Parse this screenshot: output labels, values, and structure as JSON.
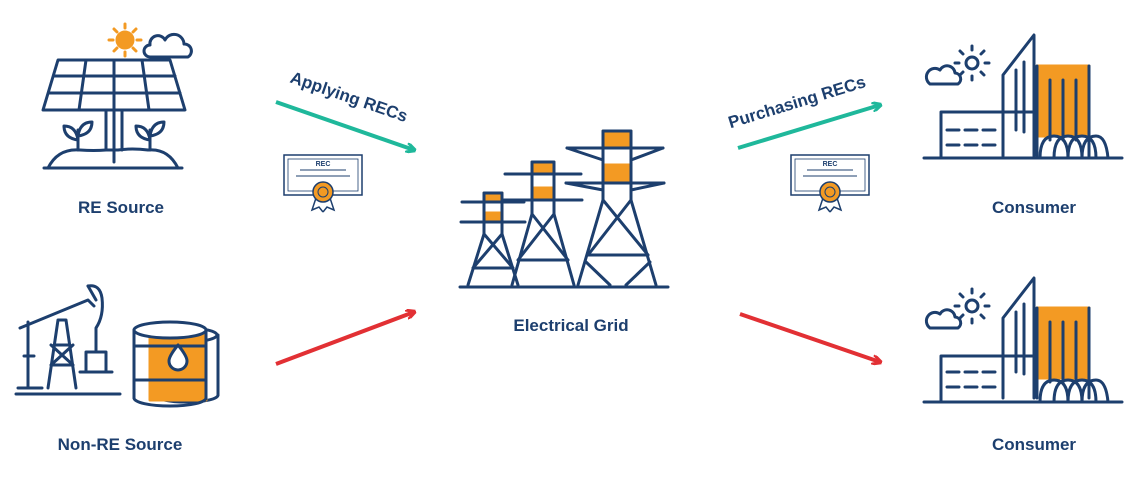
{
  "labels": {
    "re_source": "RE Source",
    "non_re_source": "Non-RE Source",
    "electrical_grid": "Electrical Grid",
    "consumer_top": "Consumer",
    "consumer_bottom": "Consumer"
  },
  "arrows": {
    "applying": "Applying RECs",
    "purchasing": "Purchasing RECs"
  },
  "certificates": {
    "left": "REC",
    "right": "REC"
  },
  "colors": {
    "navy": "#1d3f6e",
    "orange": "#f39a23",
    "green": "#1fb89b",
    "red": "#e23034"
  }
}
